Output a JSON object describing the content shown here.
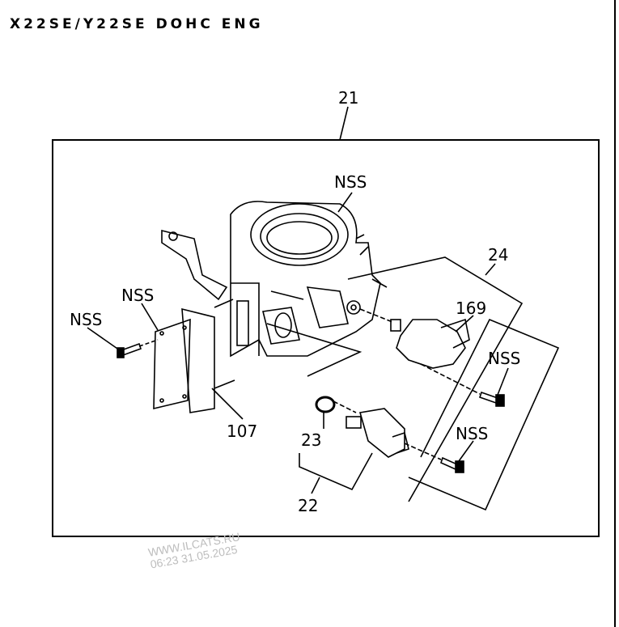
{
  "title": "X22SE/Y22SE DOHC ENG",
  "callouts": {
    "assembly": "21",
    "nss_top": "NSS",
    "nss_gasket": "NSS",
    "nss_left_screw": "NSS",
    "sensor_kit": "24",
    "sensor": "169",
    "nss_sensor_screw": "NSS",
    "gasket": "107",
    "o_ring": "23",
    "nss_valve_screw": "NSS",
    "idle_valve": "22"
  },
  "watermark": {
    "line1": "WWW.ILCATS.RU",
    "line2": "06:23 31.05.2025"
  }
}
